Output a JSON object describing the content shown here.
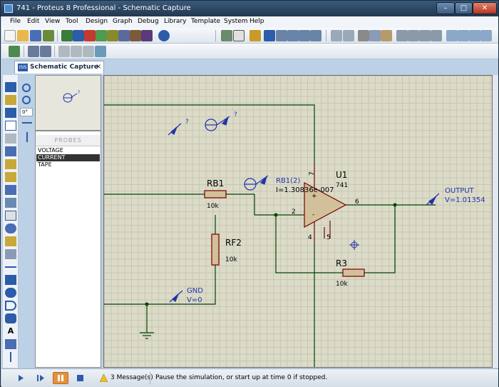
{
  "window": {
    "title": "741 - Proteus 8 Professional - Schematic Capture",
    "buttons": {
      "minimize": "–",
      "maximize": "□",
      "close": "✕"
    }
  },
  "menu": [
    "File",
    "Edit",
    "View",
    "Tool",
    "Design",
    "Graph",
    "Debug",
    "Library",
    "Template",
    "System",
    "Help"
  ],
  "tab": {
    "icon_text": "ISIS",
    "label": "Schematic Capture",
    "close": "×"
  },
  "left_panel": {
    "angle_value": "0°",
    "probes_header": "PROBES",
    "probes": [
      "VOLTAGE",
      "CURRENT",
      "TAPE"
    ],
    "selected_probe": "CURRENT"
  },
  "schematic": {
    "components": {
      "rb1": {
        "ref": "RB1",
        "value": "10k"
      },
      "rf2": {
        "ref": "RF2",
        "value": "10k"
      },
      "r3": {
        "ref": "R3",
        "value": "10k"
      },
      "u1": {
        "ref": "U1",
        "value": "741",
        "pins": {
          "p7": "7",
          "p2": "2",
          "p6": "6",
          "p4": "4",
          "p5": "5",
          "plus": "+",
          "minus": "-"
        }
      }
    },
    "probes": {
      "output": {
        "name": "OUTPUT",
        "reading": "V=1.01354"
      },
      "gnd": {
        "name": "GND",
        "reading": "V=0"
      },
      "rb1_current": {
        "name": "RB1(2)",
        "reading": "I=1.30836e-007"
      },
      "placeholder_1": "?",
      "placeholder_2": "?"
    }
  },
  "status": {
    "messages": "3 Message(s)",
    "hint": "Pause the simulation, or start up at time 0 if stopped."
  },
  "colors": {
    "wire": "#004400",
    "component_outline": "#7a0000",
    "component_fill": "#d2c09a",
    "probe": "#2233aa",
    "canvas_bg": "#dbdbc8",
    "grid": "#c7c7b4"
  }
}
